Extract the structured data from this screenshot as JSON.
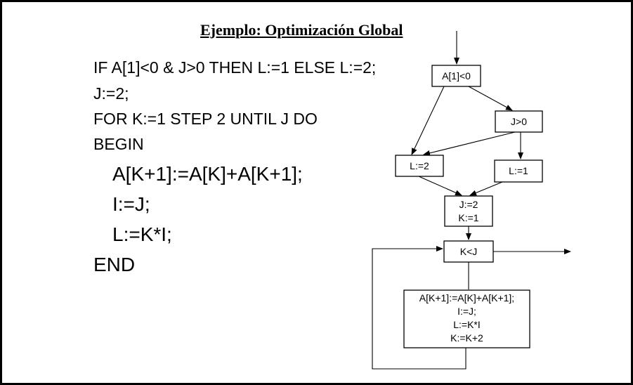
{
  "title": "Ejemplo: Optimización Global",
  "code": [
    "IF A[1]<0 & J>0 THEN L:=1 ELSE L:=2;",
    "J:=2;",
    "FOR K:=1 STEP 2 UNTIL J DO",
    "BEGIN",
    "A[K+1]:=A[K]+A[K+1];",
    "I:=J;",
    "L:=K*I;",
    "END"
  ],
  "flowchart": {
    "cond_a": "A[1]<0",
    "cond_j": "J>0",
    "assign_l2": "L:=2",
    "assign_l1": "L:=1",
    "init": [
      "J:=2",
      "K:=1"
    ],
    "loop_cond": "K<J",
    "body": [
      "A[K+1]:=A[K]+A[K+1];",
      "I:=J;",
      "L:=K*I",
      "K:=K+2"
    ]
  }
}
